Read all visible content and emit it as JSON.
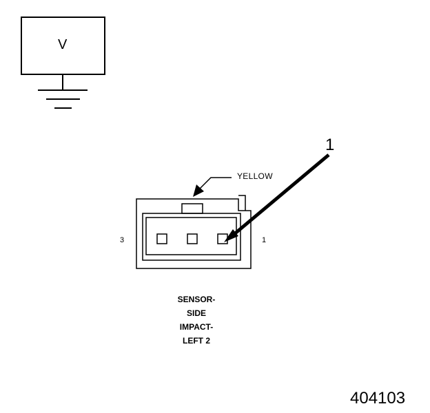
{
  "meter": {
    "symbol": "V"
  },
  "callout": {
    "number": "1"
  },
  "wire": {
    "color_label": "YELLOW"
  },
  "connector": {
    "pin_left_label": "3",
    "pin_right_label": "1",
    "cavities": 3
  },
  "caption": {
    "lines": [
      "SENSOR-",
      "SIDE",
      "IMPACT-",
      "LEFT 2"
    ]
  },
  "figure_number": "404103",
  "colors": {
    "ink": "#000000",
    "background": "#ffffff"
  }
}
